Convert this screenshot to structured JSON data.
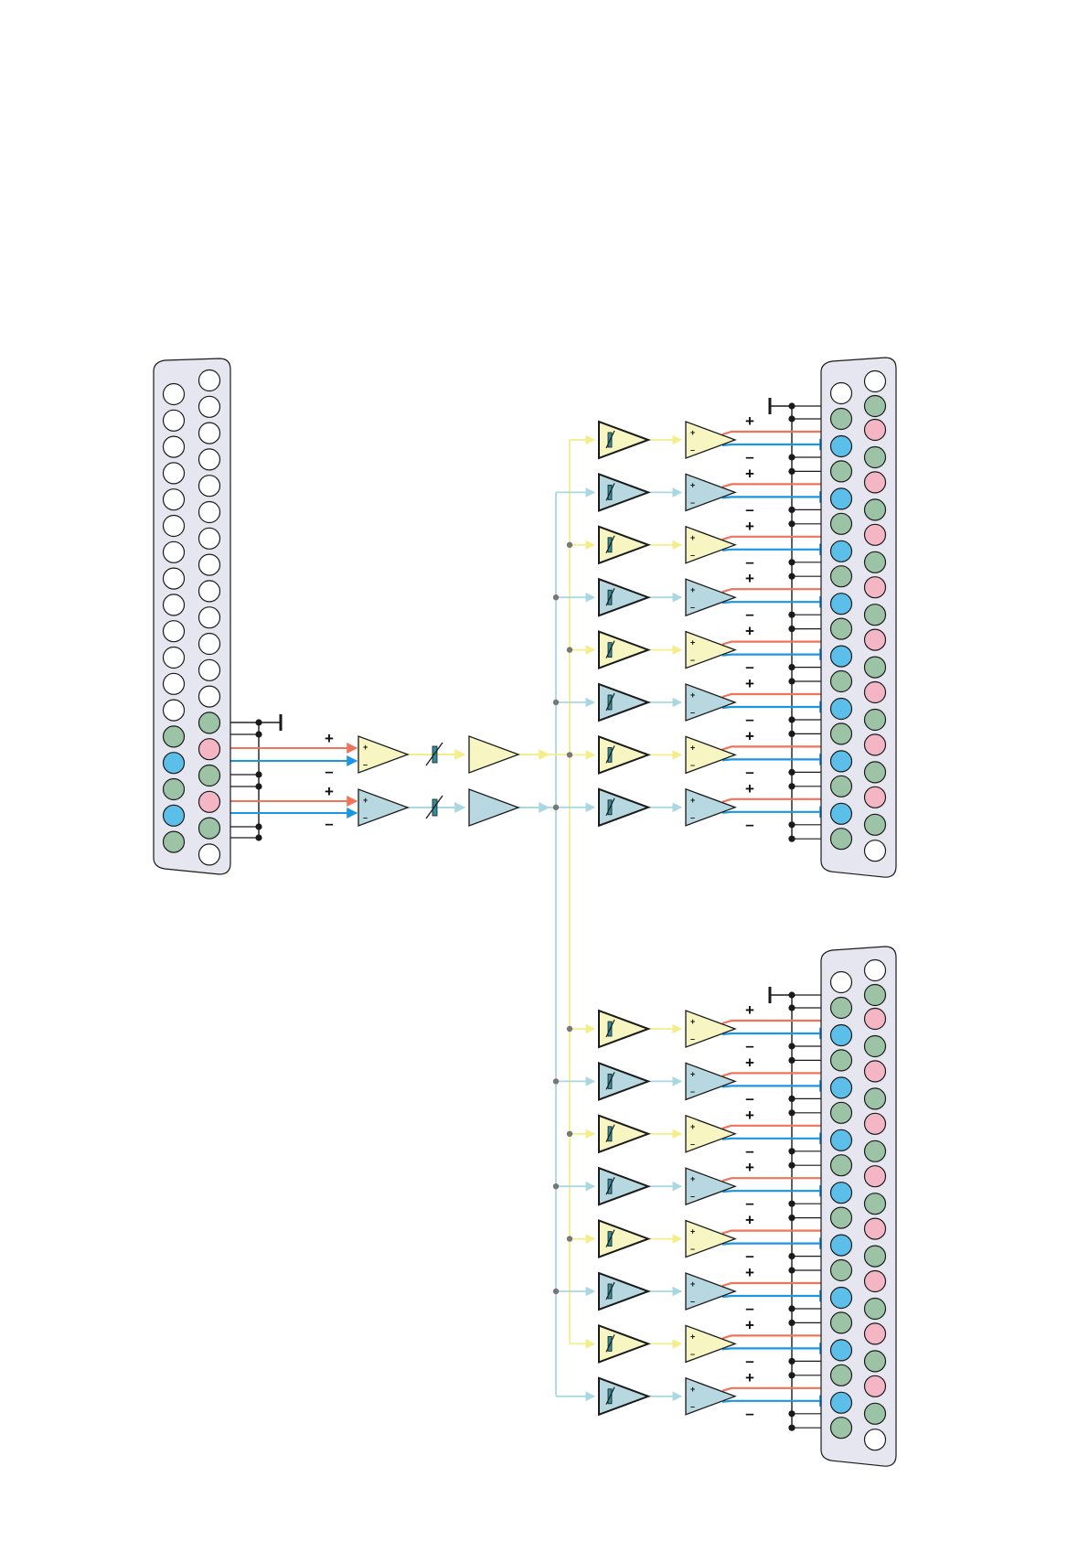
{
  "diagram": {
    "kind": "analog audio splitter schematic",
    "colors": {
      "page": "#ffffff",
      "connector_shell": "#e6e6f0",
      "pin_empty": "#ffffff",
      "pin_ground": "#9cc3a6",
      "pin_hot": "#f4b6c5",
      "pin_cold": "#5bbfe9",
      "wire_hot": "#f0735a",
      "wire_cold": "#1a96e3",
      "wire_ground": "#1a1a1a",
      "signal_a": "#f3ee8a",
      "signal_b": "#a9d8e2",
      "amp_fill_a": "#f7f5c2",
      "amp_fill_b": "#b7d8e0",
      "trim_mark": "#2e8fa0"
    },
    "labels": {
      "plus": "+",
      "minus": "–",
      "amp_plus": "+",
      "amp_minus": "–"
    },
    "input": {
      "channels": [
        {
          "name": "channel-a",
          "signal": "signal_a"
        },
        {
          "name": "channel-b",
          "signal": "signal_b"
        }
      ]
    },
    "outputs": {
      "connectors": 2,
      "channels_per_connector": 8,
      "channel_signal_pattern": [
        "signal_a",
        "signal_b",
        "signal_a",
        "signal_b",
        "signal_a",
        "signal_b",
        "signal_a",
        "signal_b"
      ]
    }
  }
}
